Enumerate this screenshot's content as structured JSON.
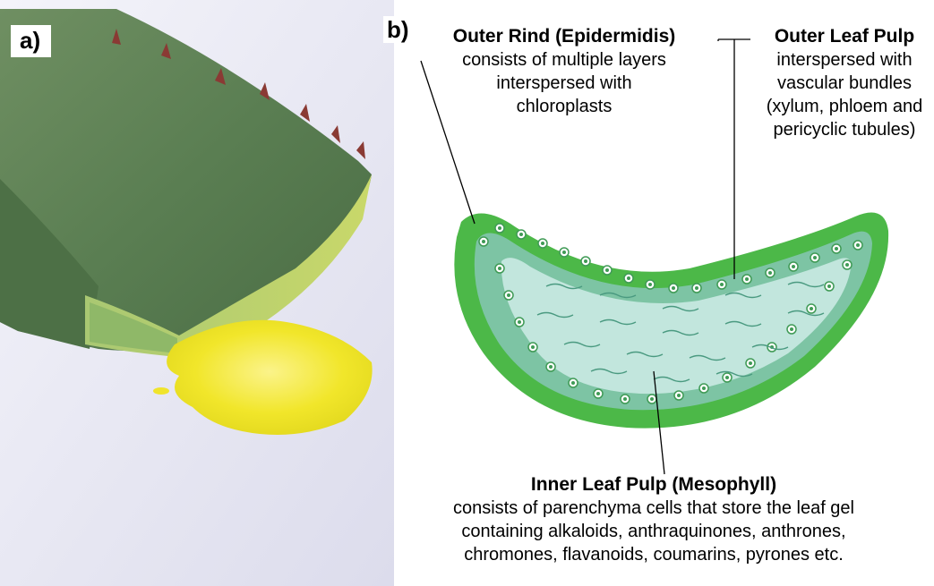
{
  "panels": {
    "a_label": "a)",
    "b_label": "b)"
  },
  "callouts": {
    "outer_rind": {
      "title": "Outer Rind (Epidermidis)",
      "lines": [
        "consists of multiple layers",
        "interspersed with",
        "chloroplasts"
      ]
    },
    "outer_leaf_pulp": {
      "title": "Outer Leaf Pulp",
      "lines": [
        "interspersed with",
        "vascular bundles",
        "(xylum, phloem and",
        "pericyclic tubules)"
      ]
    },
    "inner_leaf_pulp": {
      "title": "Inner Leaf Pulp (Mesophyll)",
      "lines": [
        "consists of parenchyma cells that store the leaf gel",
        "containing alkaloids, anthraquinones, anthrones,",
        "chromones, flavanoids, coumarins, pyrones etc."
      ]
    }
  },
  "colors": {
    "rind": "#4cb848",
    "outer_pulp": "#7dc4a4",
    "inner_pulp": "#c2e6dd",
    "bundle": "#3f9a55",
    "gel": "#f1ea2c",
    "leaf": "#5d8a54"
  }
}
